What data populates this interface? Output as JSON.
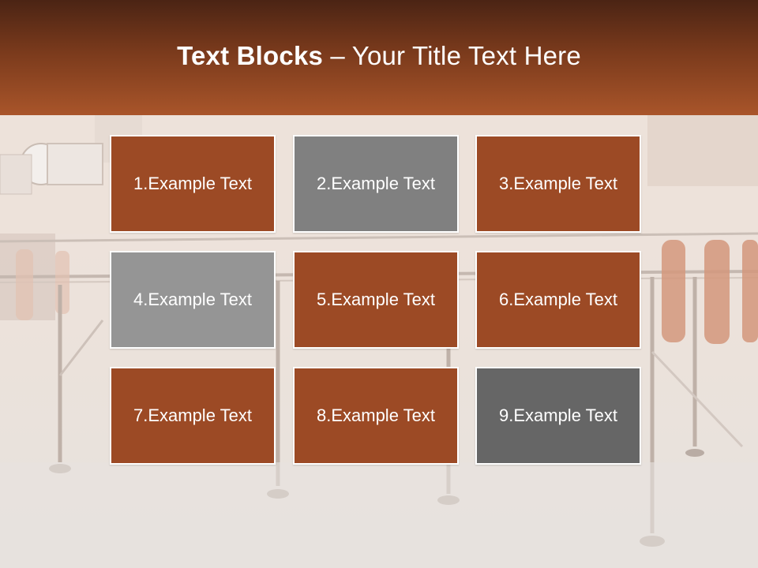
{
  "title": {
    "bold": "Text Blocks",
    "dash": " – ",
    "rest": "Your Title Text Here"
  },
  "colors": {
    "orange": "#9c4a25",
    "gray_medium": "#808080",
    "gray_light": "#959595",
    "gray_dark": "#666666"
  },
  "blocks": [
    {
      "label": "1.Example Text",
      "color": "#9c4a25"
    },
    {
      "label": "2.Example Text",
      "color": "#808080"
    },
    {
      "label": "3.Example Text",
      "color": "#9c4a25"
    },
    {
      "label": "4.Example Text",
      "color": "#959595"
    },
    {
      "label": "5.Example Text",
      "color": "#9c4a25"
    },
    {
      "label": "6.Example Text",
      "color": "#9c4a25"
    },
    {
      "label": "7.Example Text",
      "color": "#9c4a25"
    },
    {
      "label": "8.Example Text",
      "color": "#9c4a25"
    },
    {
      "label": "9.Example Text",
      "color": "#666666"
    }
  ]
}
